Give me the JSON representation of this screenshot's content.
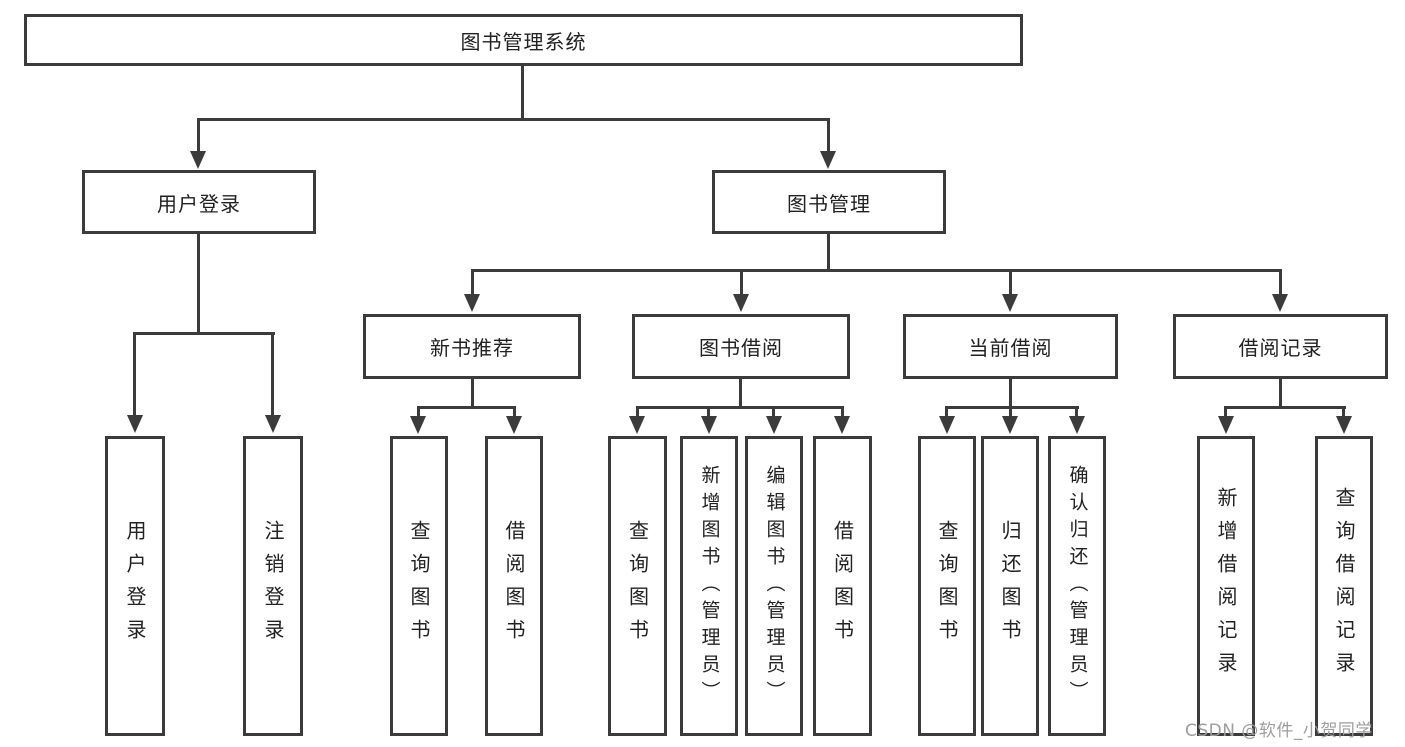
{
  "nodes": {
    "root": "图书管理系统",
    "user_login": "用户登录",
    "book_mgmt": "图书管理",
    "new_book": "新书推荐",
    "borrow": "图书借阅",
    "current": "当前借阅",
    "records": "借阅记录",
    "leaf_user_login": "用户登录",
    "leaf_logout": "注销登录",
    "leaf_nb_query": "查询图书",
    "leaf_nb_borrow": "借阅图书",
    "leaf_bw_query": "查询图书",
    "leaf_bw_add": "新增图书（管理员）",
    "leaf_bw_edit": "编辑图书（管理员）",
    "leaf_bw_borrow": "借阅图书",
    "leaf_cur_query": "查询图书",
    "leaf_cur_return": "归还图书",
    "leaf_cur_confirm": "确认归还（管理员）",
    "leaf_rec_add": "新增借阅记录",
    "leaf_rec_query": "查询借阅记录"
  },
  "watermark": {
    "text": "CSDN @软件_小贺同学"
  },
  "colors": {
    "line": "#3b3b3b",
    "text": "#222222",
    "watermark": "#9e9e9e",
    "background": "#ffffff"
  }
}
